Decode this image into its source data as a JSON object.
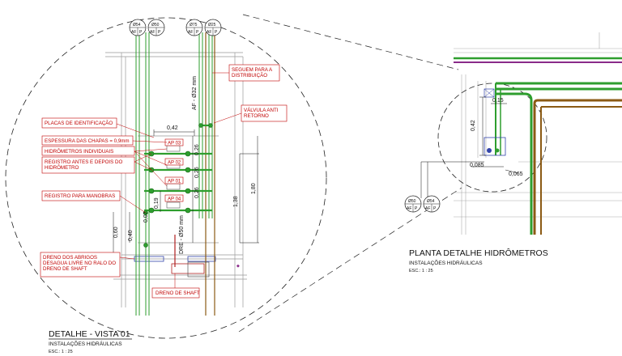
{
  "detail_view": {
    "title": "DETALHE - VISTA 01",
    "subtitle": "INSTALAÇÕES HIDRÁULICAS",
    "scale": "ESC.: 1 : 25",
    "pipe_tags": [
      {
        "diameter": "Ø54",
        "codes": [
          "AF",
          "P"
        ]
      },
      {
        "diameter": "Ø50",
        "codes": [
          "AF",
          "P"
        ]
      },
      {
        "diameter": "Ø75",
        "codes": [
          "AF",
          "P"
        ]
      },
      {
        "diameter": "Ø25",
        "codes": [
          "AF",
          "P"
        ]
      }
    ],
    "meters": [
      "AP 03",
      "AP 02",
      "AP 01",
      "AP 04"
    ],
    "callouts": {
      "seguem": "SEGUEM PARA A DISTRIBUIÇÃO",
      "valvula": "VÁLVULA ANTI RETORNO",
      "placas": "PLACAS DE IDENTIFICAÇÃO",
      "espessura": "ESPESSURA DAS CHAPAS = 0,9mm",
      "hidrometros": "HIDRÔMETROS INDIVIDUAIS",
      "registro_ad": "REGISTRO ANTES E DEPOIS DO HIDRÔMETRO",
      "registro_man": "REGISTRO PARA MANOBRAS",
      "dreno_abrigos": "DRENO DOS ABRIGOS DESAGUA LIVRE NO RALO DO DRENO DE SHAFT",
      "dreno_shaft": "DRENO DE SHAFT"
    },
    "dimensions": {
      "d042": "0,42",
      "d026a": "0,26",
      "d026b": "0,26",
      "d026c": "0,26",
      "d138": "1,38",
      "d180": "1,80",
      "d019": "0,19",
      "d007": "0,07",
      "d060": "0,60",
      "d040": "0,40"
    },
    "pipe_labels": {
      "af": "AF - Ø32 mm",
      "dre": "DRE - Ø50 mm"
    }
  },
  "plan_view": {
    "title": "PLANTA DETALHE HIDRÔMETROS",
    "subtitle": "INSTALAÇÕES HIDRÁULICAS",
    "scale": "ESC.: 1 : 25",
    "dimensions": {
      "d015": "0,15",
      "d042": "0,42",
      "d0085": "0,085",
      "d0065": "0,065"
    },
    "pipe_tags": [
      {
        "diameter": "Ø50",
        "codes": [
          "AF",
          "P"
        ]
      },
      {
        "diameter": "Ø54",
        "codes": [
          "AF",
          "P"
        ]
      }
    ]
  },
  "colors": {
    "pipe_green": "#2e9e2e",
    "pipe_brown": "#8b5a14",
    "pipe_purple": "#8a2b8a",
    "annotation_red": "#c00000"
  }
}
